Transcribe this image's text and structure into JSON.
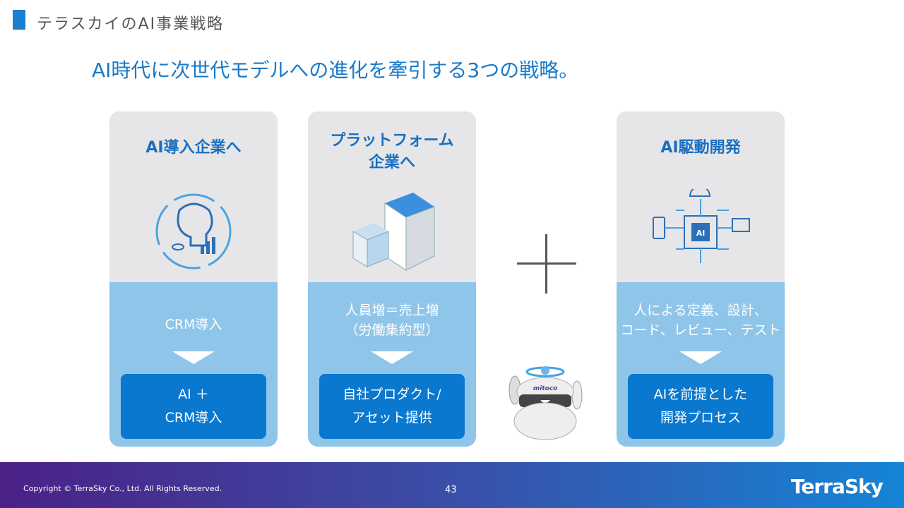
{
  "header": {
    "title": "テラスカイのAI事業戦略",
    "subtitle": "AI時代に次世代モデルへの進化を牽引する3つの戦略。"
  },
  "cards": [
    {
      "title": "AI導入企業へ",
      "current": "CRM導入",
      "target_line1": "AI ＋",
      "target_line2": "CRM導入"
    },
    {
      "title_line1": "プラットフォーム",
      "title_line2": "企業へ",
      "current_line1": "人員増＝売上増",
      "current_line2": "（労働集約型）",
      "target_line1": "自社プロダクト/",
      "target_line2": "アセット提供"
    },
    {
      "title": "AI駆動開発",
      "current_line1": "人による定義、設計、",
      "current_line2": "コード、レビュー、テスト",
      "target_line1": "AIを前提とした",
      "target_line2": "開発プロセス"
    }
  ],
  "mascot": {
    "label": "mitoco"
  },
  "footer": {
    "copyright": "Copyright © TerraSky Co., Ltd. All Rights Reserved.",
    "page": "43",
    "logo": "TerraSky"
  }
}
